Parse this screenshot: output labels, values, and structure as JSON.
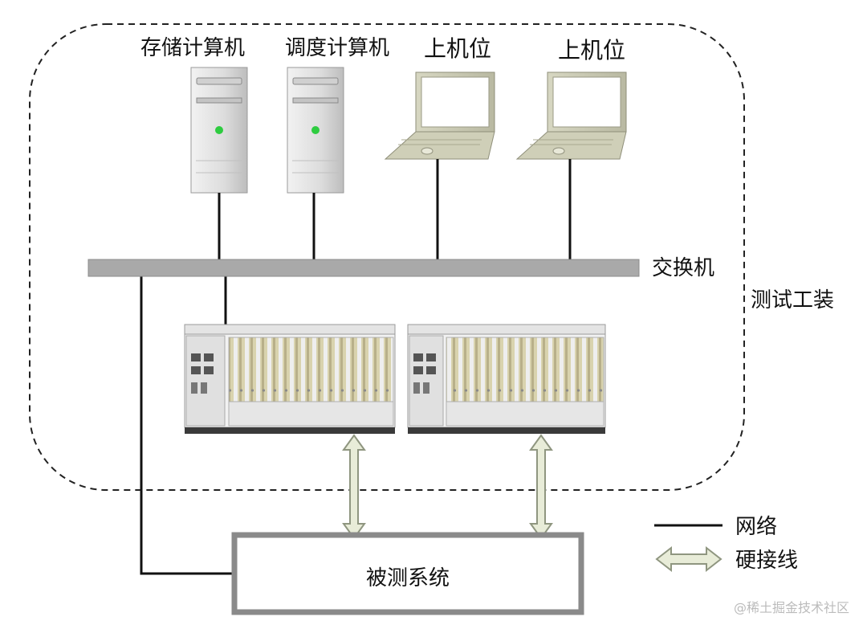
{
  "labels": {
    "storage_computer": "存储计算机",
    "scheduler_computer": "调度计算机",
    "host_1": "上机位",
    "host_2": "上机位",
    "switch": "交换机",
    "test_fixture": "测试工装",
    "system_under_test": "被测系统"
  },
  "legend": {
    "network": "网络",
    "hardwire": "硬接线"
  },
  "watermark": "@稀土掘金技术社区",
  "colors": {
    "switch_bar": "#a9a9a9",
    "sut_border": "#8a8a8a",
    "arrow_fill": "#e8ecd8",
    "arrow_stroke": "#8f9680",
    "led_green": "#2ecc40",
    "laptop_frame": "#c8c8b2",
    "slot_fill": "#d8d3b0"
  }
}
